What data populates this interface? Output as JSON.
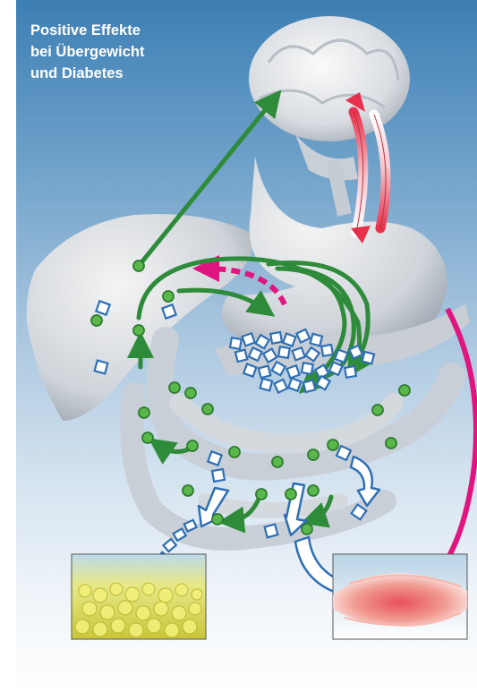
{
  "title": {
    "line1": "Positive Effekte",
    "line2": "bei Übergewicht",
    "line3": "und Diabetes"
  },
  "colors": {
    "background_top": "#3d7fb4",
    "effect_arrow": "#2e8b3a",
    "particle_green": "#5ab84b",
    "particle_square_outline": "#2f6fb4",
    "brain_signal_top": "#e8445a",
    "negative_arrow": "#e0157f",
    "pink_dashed_arrow": "#e0157f",
    "fat_tissue": "#d9d84a",
    "muscle_tissue": "#e86a5a"
  },
  "icons": [
    "brain-illustration",
    "liver-illustration",
    "stomach-illustration",
    "intestine-illustration",
    "fat-tissue-illustration",
    "muscle-tissue-illustration"
  ]
}
